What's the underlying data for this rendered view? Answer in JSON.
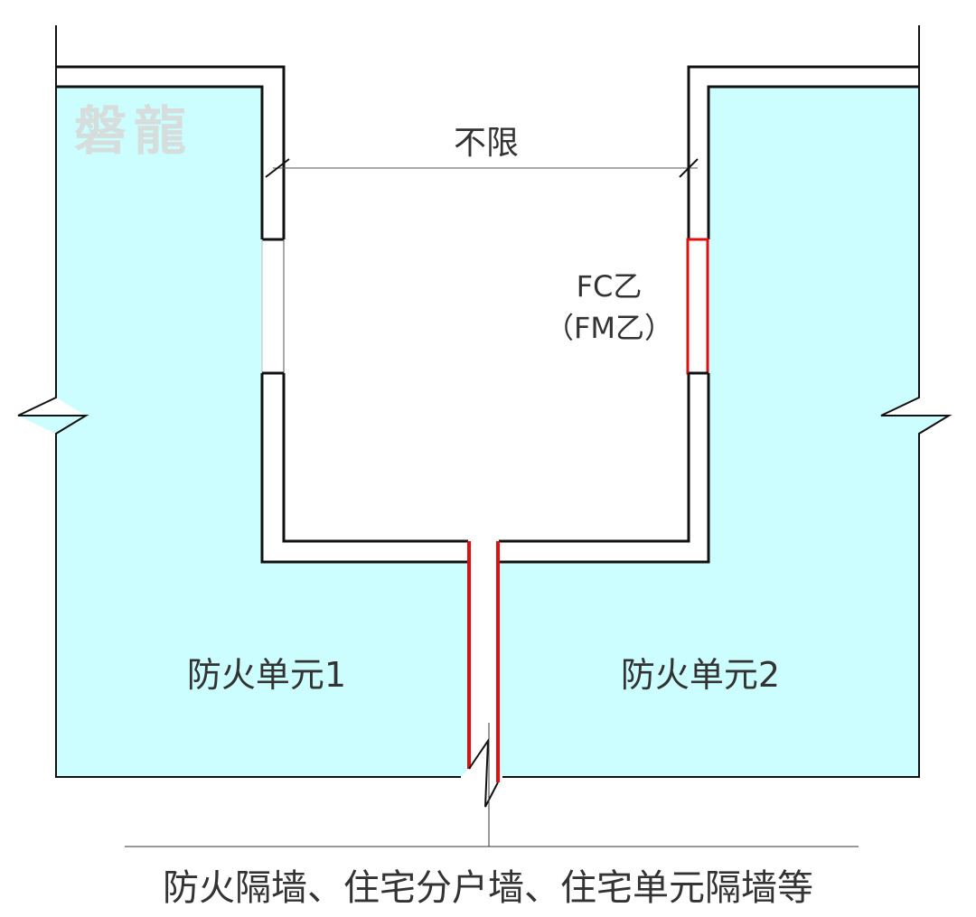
{
  "watermark": "磐龍",
  "dimension_label": "不限",
  "window_label_1": "FC乙",
  "window_label_2": "（FM乙）",
  "unit_1_label": "防火单元1",
  "unit_2_label": "防火单元2",
  "caption": "防火隔墙、住宅分户墙、住宅单元隔墙等",
  "colors": {
    "zone_fill": "#ccfdff",
    "wall_stroke": "#111111",
    "fire_rated": "#e01010",
    "watermark": "#d6dedd"
  }
}
